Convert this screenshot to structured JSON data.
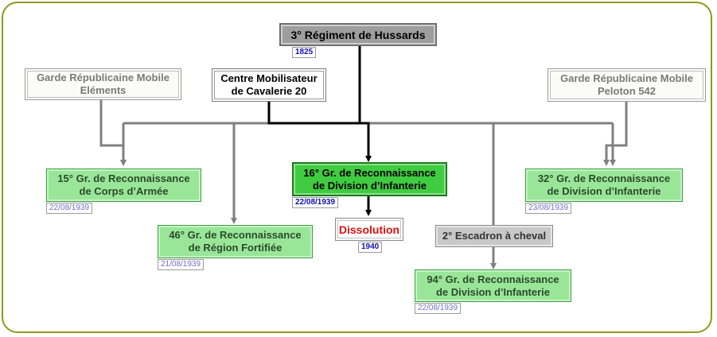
{
  "nodes": {
    "regiment": {
      "label": "3° Régiment de Hussards",
      "date": "1825"
    },
    "garde_elements": {
      "label": "Garde Républicaine Mobile\nEléments"
    },
    "centre_mob": {
      "label": "Centre Mobilisateur\nde Cavalerie 20"
    },
    "garde_peloton": {
      "label": "Garde Républicaine Mobile\nPeloton 542"
    },
    "gr15": {
      "label": "15° Gr. de Reconnaissance\nde Corps d’Armée",
      "date": "22/08/1939"
    },
    "gr16": {
      "label": "16° Gr. de Reconnaissance\nde Division d’Infanterie",
      "date": "22/08/1939"
    },
    "gr32": {
      "label": "32° Gr. de Reconnaissance\nde Division d’Infanterie",
      "date": "23/08/1939"
    },
    "gr46": {
      "label": "46° Gr. de Reconnaissance\nde Région Fortifiée",
      "date": "21/08/1939"
    },
    "dissolution": {
      "label": "Dissolution",
      "date": "1940"
    },
    "escadron": {
      "label": "2° Escadron à cheval"
    },
    "gr94": {
      "label": "94° Gr. de Reconnaissance\nde Division d’Infanterie",
      "date": "22/08/1939"
    }
  },
  "colors": {
    "frame": "#8f9a1a",
    "connector_gray": "#808080",
    "connector_black": "#000000",
    "green_light": "#99e699",
    "green_strong": "#40cc40",
    "title_gray": "#9e9e9e",
    "dissolution_red": "#e01010",
    "date_blue": "#1010b0",
    "date_light_blue": "#7070cc"
  }
}
